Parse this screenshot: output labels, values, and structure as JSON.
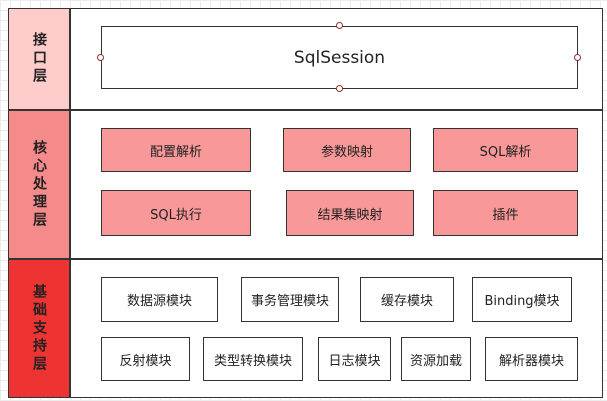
{
  "layers": {
    "interface": {
      "label": "接口层",
      "color": "#ffcccc",
      "session_label": "SqlSession"
    },
    "core": {
      "label": "核心处理层",
      "color": "#f58a8a",
      "box_color": "#f99898",
      "modules": [
        "配置解析",
        "参数映射",
        "SQL解析",
        "SQL执行",
        "结果集映射",
        "插件"
      ]
    },
    "support": {
      "label": "基础支持层",
      "color": "#ee3333",
      "modules": [
        "数据源模块",
        "事务管理模块",
        "缓存模块",
        "Binding模块",
        "反射模块",
        "类型转换模块",
        "日志模块",
        "资源加载",
        "解析器模块"
      ]
    }
  }
}
